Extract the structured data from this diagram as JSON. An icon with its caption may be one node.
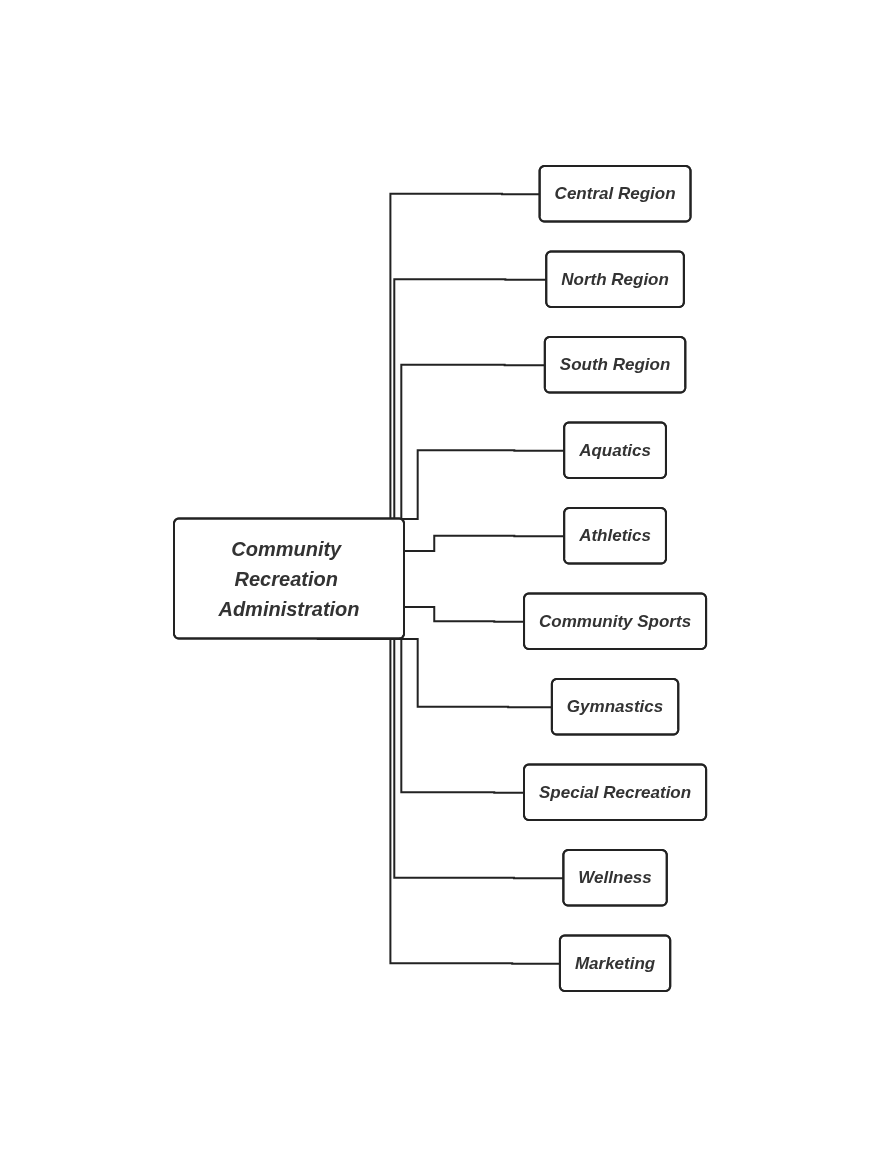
{
  "diagram": {
    "nodes": [
      {
        "text": [
          "Community Recreation Administration"
        ]
      },
      {
        "text": [
          "Central Region"
        ]
      },
      {
        "text": [
          "North Region"
        ]
      },
      {
        "text": [
          "South Region"
        ]
      },
      {
        "text": [
          "Aquatics"
        ]
      },
      {
        "text": [
          "Athletics"
        ]
      },
      {
        "text": [
          "Community Sports"
        ]
      },
      {
        "text": [
          "Gymnastics"
        ]
      },
      {
        "text": [
          "Special Recreation"
        ]
      },
      {
        "text": [
          "Wellness"
        ]
      },
      {
        "text": [
          "Marketing"
        ]
      }
    ],
    "edges": [
      {
        "from": 0,
        "to": 1,
        "arrow": "none"
      },
      {
        "from": 0,
        "to": 2,
        "arrow": "none"
      },
      {
        "from": 0,
        "to": 3,
        "arrow": "none"
      },
      {
        "from": 0,
        "to": 4,
        "arrow": "none"
      },
      {
        "from": 0,
        "to": 5,
        "arrow": "none"
      },
      {
        "from": 0,
        "to": 6,
        "arrow": "none"
      },
      {
        "from": 0,
        "to": 7,
        "arrow": "none"
      },
      {
        "from": 0,
        "to": 8,
        "arrow": "none"
      },
      {
        "from": 0,
        "to": 9,
        "arrow": "none"
      },
      {
        "from": 0,
        "to": 10,
        "arrow": "none"
      }
    ]
  }
}
